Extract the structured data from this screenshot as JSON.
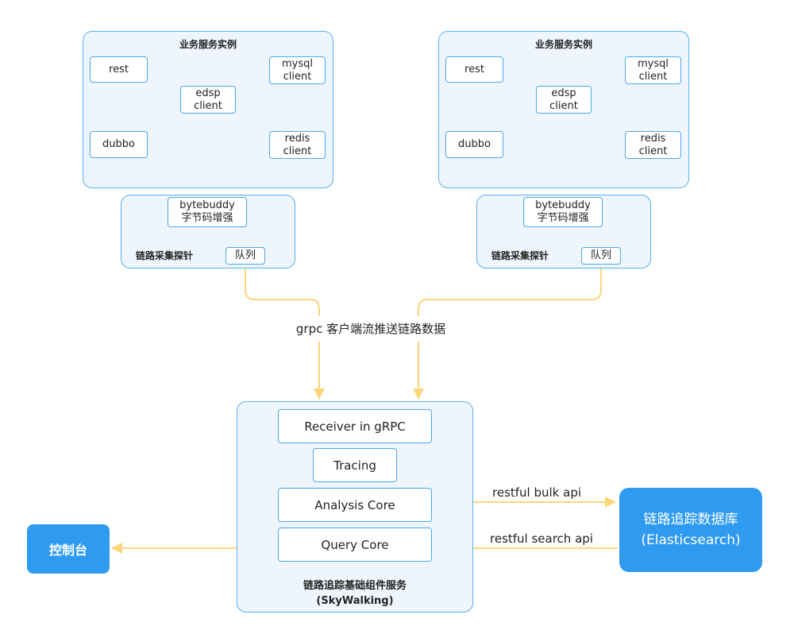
{
  "instances": [
    {
      "title": "业务服务实例",
      "items": {
        "rest": "rest",
        "mysql": "mysql\nclient",
        "edsp": "edsp\nclient",
        "dubbo": "dubbo",
        "redis": "redis\nclient"
      },
      "agent": {
        "bytebuddy": "bytebuddy\n字节码增强",
        "label": "链路采集探针",
        "queue": "队列"
      }
    },
    {
      "title": "业务服务实例",
      "items": {
        "rest": "rest",
        "mysql": "mysql\nclient",
        "edsp": "edsp\nclient",
        "dubbo": "dubbo",
        "redis": "redis\nclient"
      },
      "agent": {
        "bytebuddy": "bytebuddy\n字节码增强",
        "label": "链路采集探针",
        "queue": "队列"
      }
    }
  ],
  "grpc_label": "grpc 客户端流推送链路数据",
  "skywalking": {
    "receiver": "Receiver in gRPC",
    "tracing": "Tracing",
    "analysis": "Analysis Core",
    "query": "Query Core",
    "title": "链路追踪基础组件服务\n(SkyWalking)"
  },
  "console": "控制台",
  "database": "链路追踪数据库\n(Elasticsearch)",
  "edge_labels": {
    "bulk": "restful bulk api",
    "search": "restful search api"
  },
  "colors": {
    "panel_border": "#5bb0ee",
    "panel_fill": "#eef5fd",
    "accent": "#2f9bf0",
    "connector": "#fcd57a"
  }
}
